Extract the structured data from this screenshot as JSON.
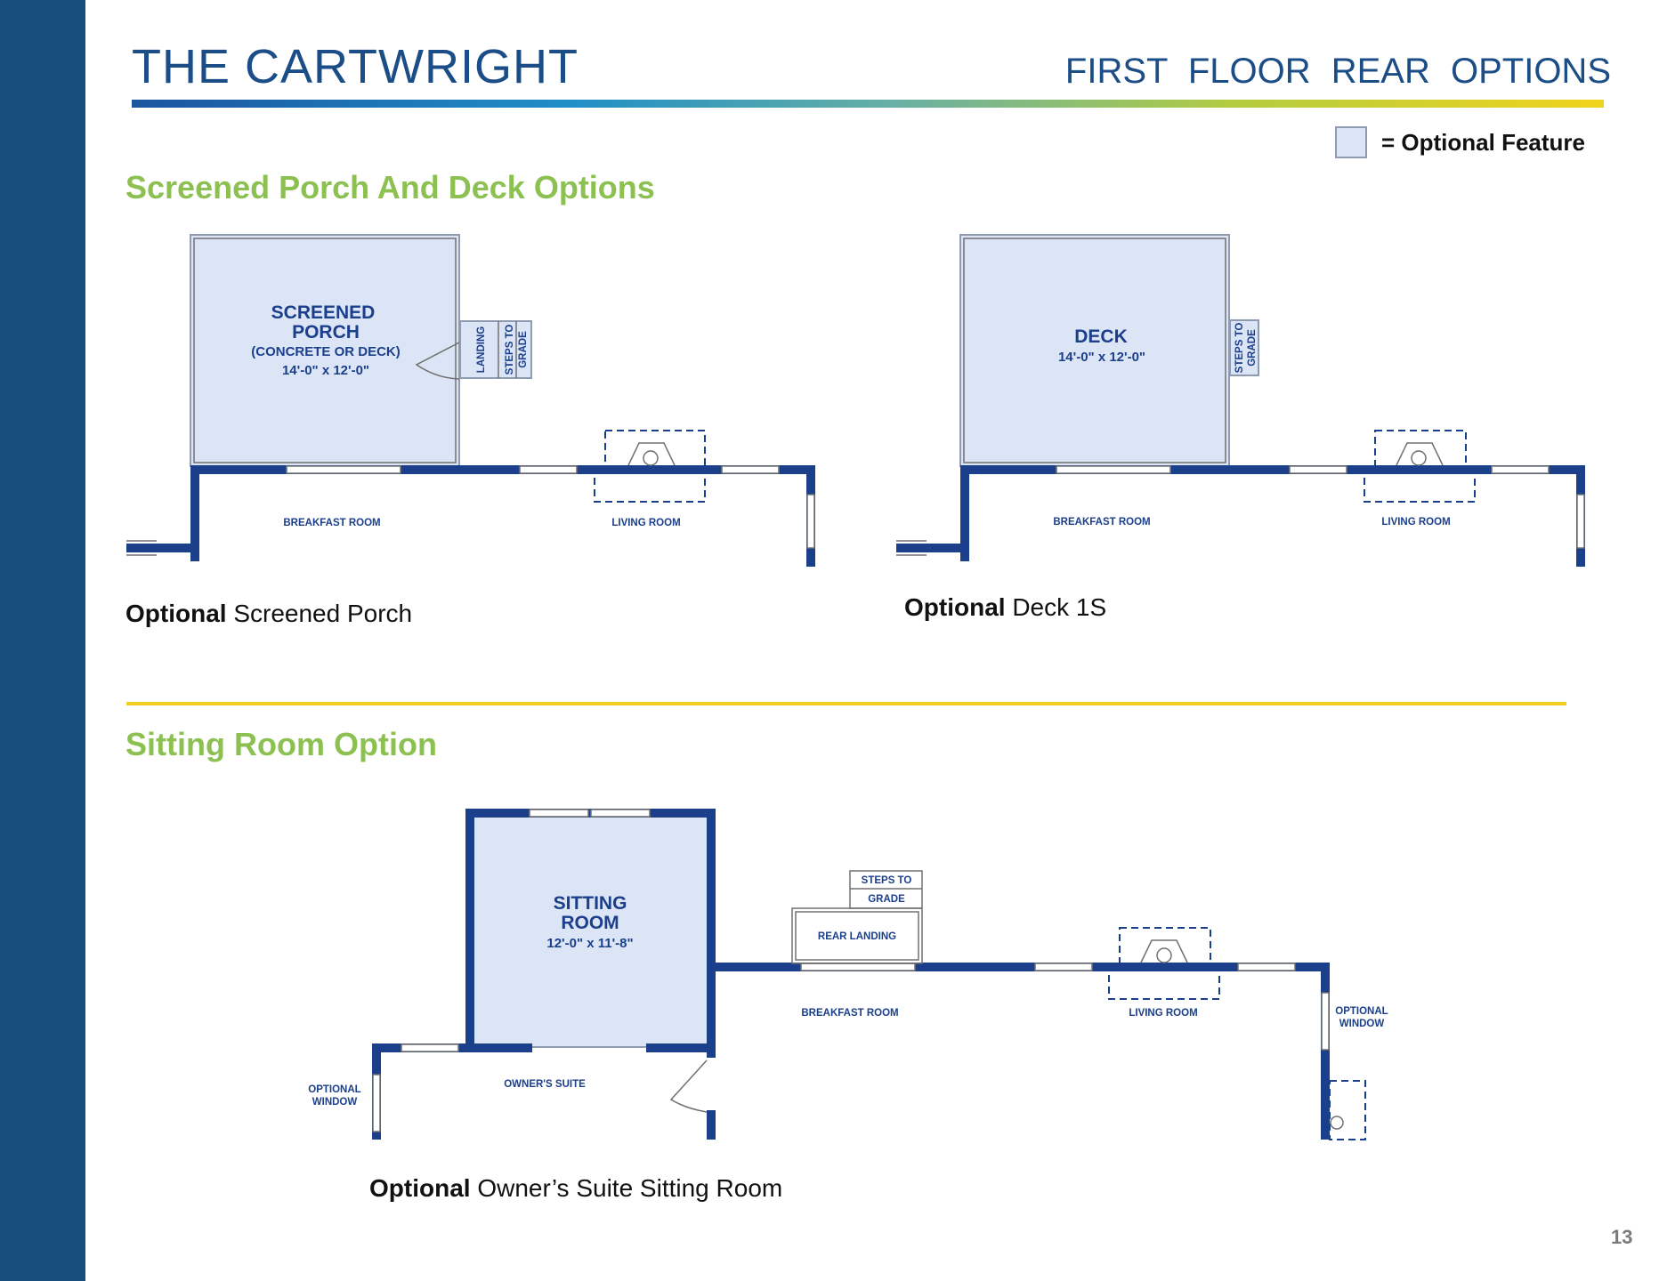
{
  "header": {
    "title": "THE CARTWRIGHT",
    "subtitle": "FIRST  FLOOR  REAR  OPTIONS"
  },
  "legend": {
    "label": "= Optional Feature",
    "swatch_color": "#dce5f6"
  },
  "sections": {
    "porch_deck": {
      "heading": "Screened Porch And Deck Options"
    },
    "sitting": {
      "heading": "Sitting Room Option"
    }
  },
  "captions": {
    "porch": {
      "bold": "Optional",
      "rest": " Screened Porch"
    },
    "deck": {
      "bold": "Optional",
      "rest": " Deck 1S"
    },
    "sitting": {
      "bold": "Optional",
      "rest": " Owner’s Suite Sitting Room"
    }
  },
  "plans": {
    "porch": {
      "room_name": [
        "SCREENED",
        "PORCH"
      ],
      "note": "(CONCRETE OR DECK)",
      "dims": "14'-0\" x 12'-0\"",
      "landing": "LANDING",
      "steps": [
        "STEPS TO",
        "GRADE"
      ],
      "breakfast": "BREAKFAST ROOM",
      "living": "LIVING ROOM"
    },
    "deck": {
      "room_name": "DECK",
      "dims": "14'-0\" x 12'-0\"",
      "steps": [
        "STEPS TO",
        "GRADE"
      ],
      "breakfast": "BREAKFAST ROOM",
      "living": "LIVING ROOM"
    },
    "sitting": {
      "room_name": [
        "SITTING",
        "ROOM"
      ],
      "dims": "12'-0\" x 11'-8\"",
      "steps": [
        "STEPS TO",
        "GRADE"
      ],
      "rear_landing": "REAR LANDING",
      "breakfast": "BREAKFAST ROOM",
      "living": "LIVING ROOM",
      "owners_suite": "OWNER'S SUITE",
      "optional_window_left": [
        "OPTIONAL",
        "WINDOW"
      ],
      "optional_window_right": [
        "OPTIONAL",
        "WINDOW"
      ]
    }
  },
  "page_number": "13",
  "colors": {
    "accent_blue": "#1b4d87",
    "wall_blue": "#1b3f8b",
    "heading_green": "#8cc152",
    "divider_yellow": "#f4cf1a",
    "sidebar": "#174e7d"
  }
}
